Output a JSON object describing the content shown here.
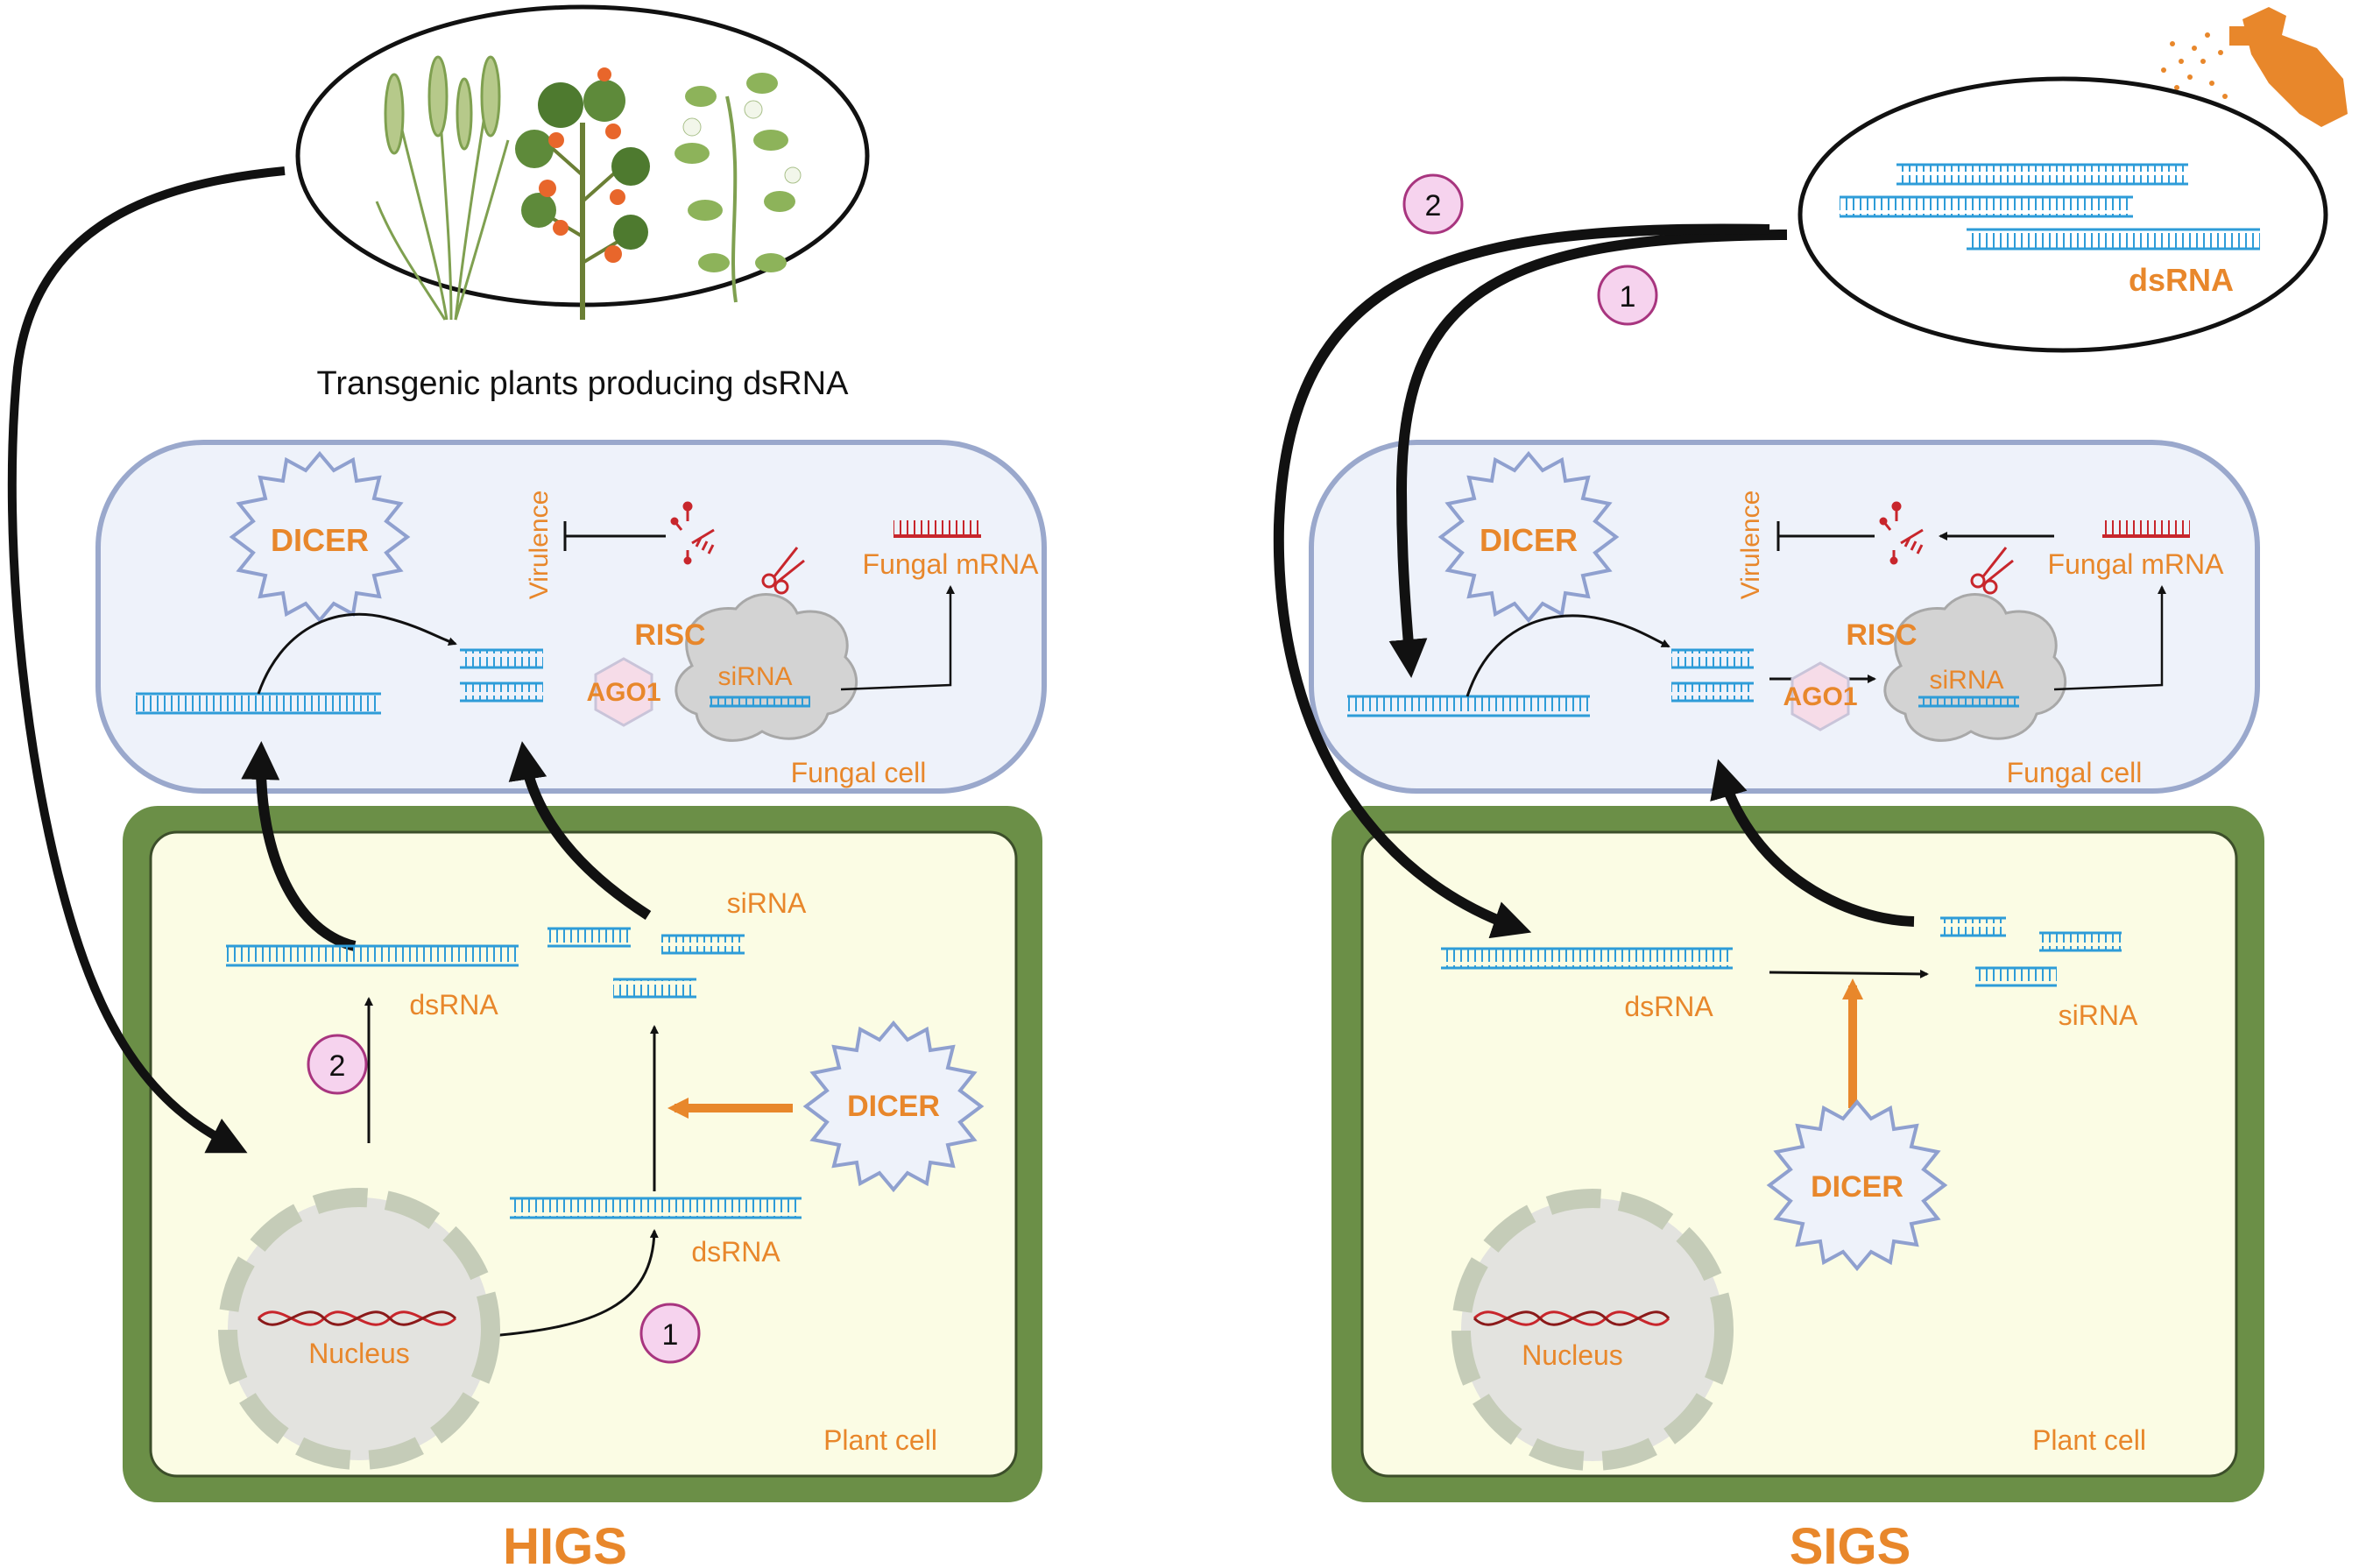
{
  "colors": {
    "orange": "#E8872B",
    "blue": "#2E9CD8",
    "fungal_fill": "#EEF2FA",
    "fungal_stroke": "#9AA8CC",
    "plant_wall": "#6B8F47",
    "plant_fill": "#FBFCE4",
    "step_fill": "#F6D3EE",
    "step_stroke": "#A8357F",
    "mrna_red": "#C8262C"
  },
  "higs": {
    "title": "HIGS",
    "plants_caption": "Transgenic plants producing dsRNA",
    "fungal": {
      "dicer": "DICER",
      "virulence": "Virulence",
      "risc": "RISC",
      "sirna": "siRNA",
      "ago1": "AGO1",
      "fungal_mrna": "Fungal mRNA",
      "cell_label": "Fungal cell"
    },
    "plant": {
      "sirna": "siRNA",
      "dsrna_top": "dsRNA",
      "dsrna_bottom": "dsRNA",
      "dicer": "DICER",
      "nucleus": "Nucleus",
      "cell_label": "Plant cell",
      "step_1": "1",
      "step_2": "2"
    }
  },
  "sigs": {
    "title": "SIGS",
    "spray_label": "dsRNA",
    "step_1": "1",
    "step_2": "2",
    "fungal": {
      "dicer": "DICER",
      "virulence": "Virulence",
      "risc": "RISC",
      "sirna": "siRNA",
      "ago1": "AGO1",
      "fungal_mrna": "Fungal mRNA",
      "cell_label": "Fungal cell"
    },
    "plant": {
      "dsrna": "dsRNA",
      "sirna": "siRNA",
      "dicer": "DICER",
      "nucleus": "Nucleus",
      "cell_label": "Plant cell"
    }
  }
}
